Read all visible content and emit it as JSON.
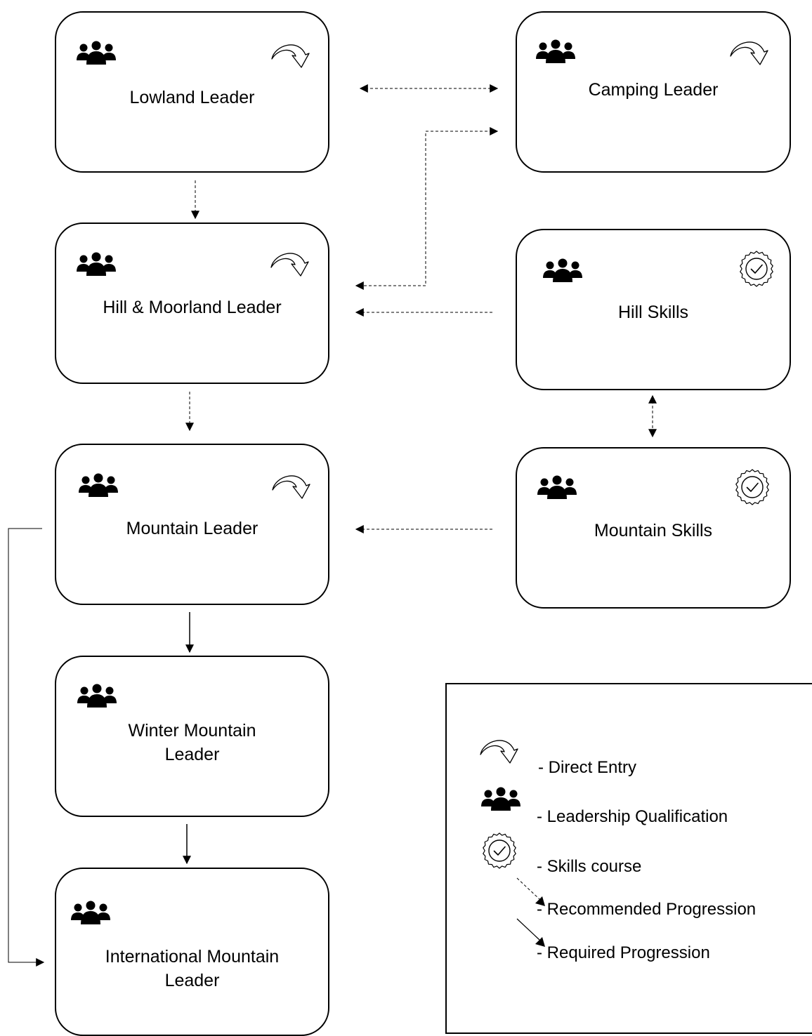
{
  "colors": {
    "stroke": "#000000",
    "background": "#ffffff"
  },
  "icons": {
    "leadership": "group-of-people-icon",
    "direct_entry": "curved-arrow-icon",
    "skills": "rosette-check-icon"
  },
  "nodes": {
    "lowland": {
      "label": "Lowland Leader"
    },
    "camping": {
      "label": "Camping Leader"
    },
    "hill_moorland": {
      "label": "Hill & Moorland Leader"
    },
    "hill_skills": {
      "label": "Hill Skills"
    },
    "mountain_leader": {
      "label": "Mountain Leader"
    },
    "mountain_skills": {
      "label": "Mountain Skills"
    },
    "winter_mountain": {
      "label": "Winter Mountain\nLeader"
    },
    "international": {
      "label": "International Mountain\nLeader"
    }
  },
  "legend": {
    "direct_entry": "- Direct Entry",
    "leadership": "- Leadership Qualification",
    "skills": "- Skills course",
    "recommended": "- Recommended Progression",
    "required": "- Required Progression"
  }
}
